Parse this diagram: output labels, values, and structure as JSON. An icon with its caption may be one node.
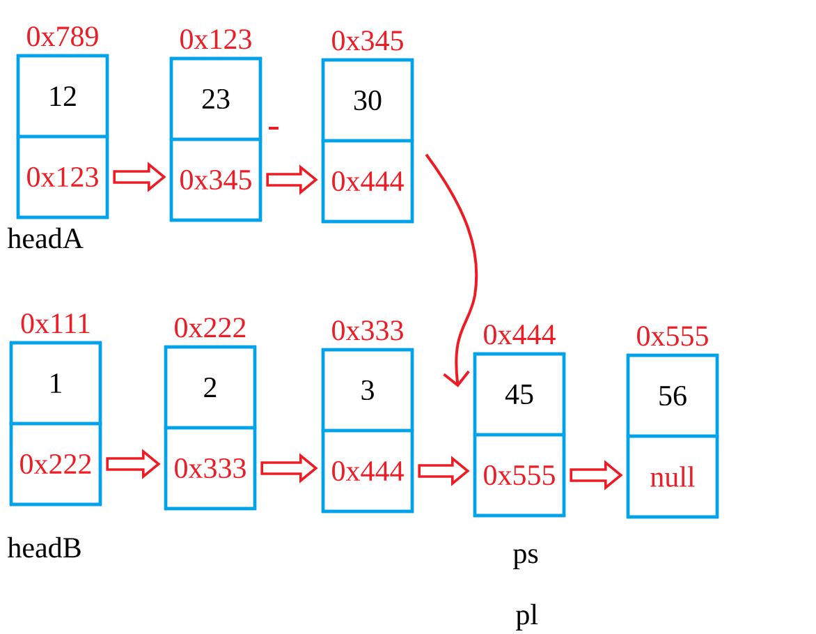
{
  "diagram": {
    "nodes": [
      {
        "text": [
          "0x789"
        ],
        "beside": [
          "headA"
        ]
      },
      {
        "text": [
          "12"
        ],
        "in": 0
      },
      {
        "text": [
          "0x123"
        ],
        "in": 0
      },
      {
        "text": [
          "0x123"
        ]
      },
      {
        "text": [
          "23"
        ],
        "in": 3
      },
      {
        "text": [
          "0x345"
        ],
        "in": 3
      },
      {
        "text": [
          "0x345"
        ]
      },
      {
        "text": [
          "30"
        ],
        "in": 6
      },
      {
        "text": [
          "0x444"
        ],
        "in": 6
      },
      {
        "text": [
          "0x111"
        ],
        "beside": [
          "headB"
        ]
      },
      {
        "text": [
          "1"
        ],
        "in": 9
      },
      {
        "text": [
          "0x222"
        ],
        "in": 9
      },
      {
        "text": [
          "0x222"
        ]
      },
      {
        "text": [
          "2"
        ],
        "in": 12
      },
      {
        "text": [
          "0x333"
        ],
        "in": 12
      },
      {
        "text": [
          "0x333"
        ]
      },
      {
        "text": [
          "3"
        ],
        "in": 15
      },
      {
        "text": [
          "0x444"
        ],
        "in": 15
      },
      {
        "text": [
          "0x444"
        ],
        "beside": [
          "ps",
          "pl"
        ]
      },
      {
        "text": [
          "45"
        ],
        "in": 18
      },
      {
        "text": [
          "0x555"
        ],
        "in": 18
      },
      {
        "text": [
          "0x555"
        ]
      },
      {
        "text": [
          "56"
        ],
        "in": 21
      },
      {
        "text": [
          "null"
        ],
        "in": 21
      }
    ],
    "edges": [
      {
        "from": 2,
        "to": 3,
        "arrow": "to"
      },
      {
        "from": 5,
        "to": 6,
        "arrow": "to"
      },
      {
        "from": 8,
        "to": 18,
        "arrow": "to"
      },
      {
        "from": 11,
        "to": 12,
        "arrow": "to"
      },
      {
        "from": 14,
        "to": 15,
        "arrow": "to"
      },
      {
        "from": 17,
        "to": 18,
        "arrow": "to"
      },
      {
        "from": 20,
        "to": 21,
        "arrow": "to"
      }
    ]
  }
}
